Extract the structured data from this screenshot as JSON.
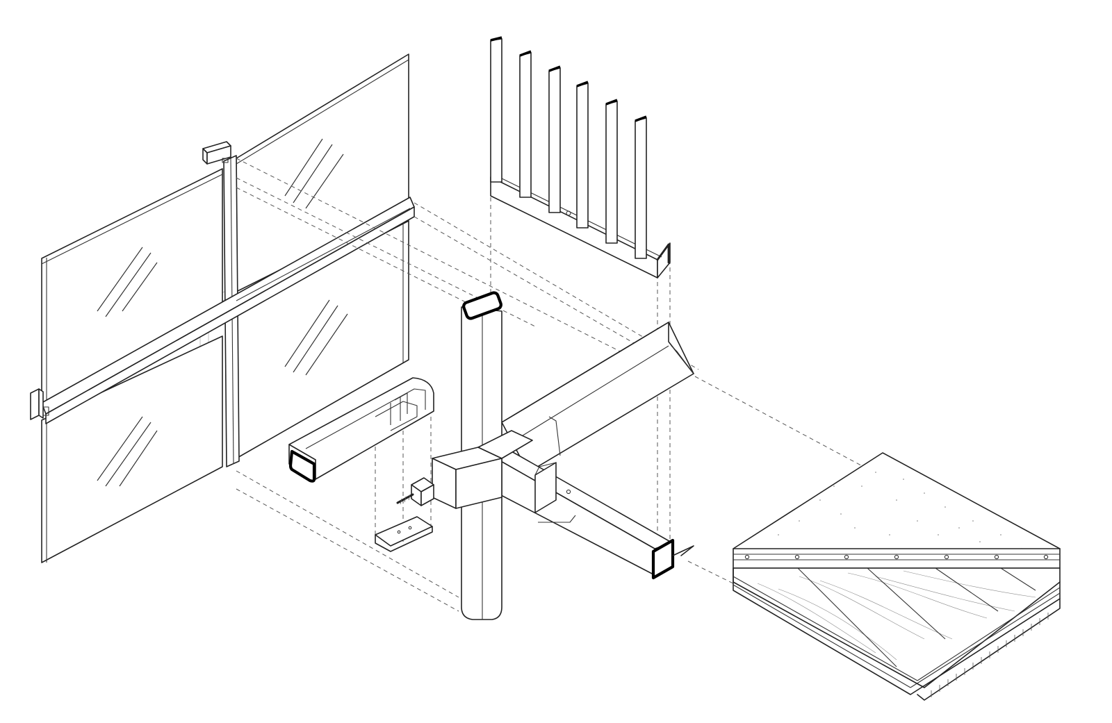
{
  "drawing": {
    "type": "exploded axonometric construction detail",
    "line_color": "#222222",
    "background": "#ffffff",
    "components": [
      "glass-curtain-wall",
      "mullion-clamp",
      "transom-bar",
      "vertical-fin-balustrade",
      "square-steel-column",
      "square-tube-beam",
      "edge-flashing-channel",
      "cantilever-bracket",
      "threaded-rod-connector",
      "bottom-clip-plate",
      "clt-floor-slab"
    ]
  }
}
